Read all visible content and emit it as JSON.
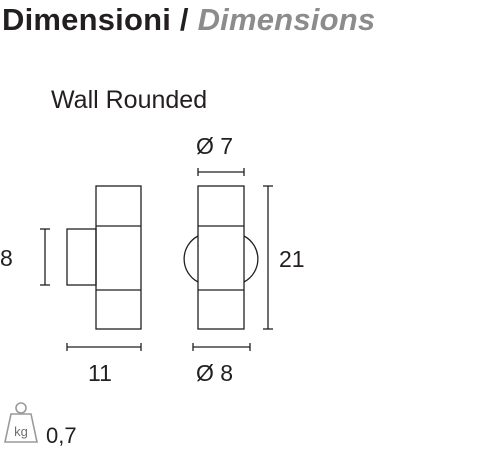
{
  "header": {
    "title_it": "Dimensioni",
    "separator": "/",
    "title_en": "Dimensions"
  },
  "product": {
    "name": "Wall Rounded"
  },
  "dimensions": {
    "side_height": "8",
    "side_depth": "11",
    "front_top_diameter": "Ø 7",
    "front_bottom_diameter": "Ø 8",
    "front_height": "21"
  },
  "weight": {
    "icon": "kg-weight-icon",
    "unit_label": "kg",
    "value": "0,7"
  },
  "colors": {
    "text": "#231f20",
    "title_secondary": "#8c8c8c",
    "line": "#231f20",
    "icon": "#9a9a9a"
  }
}
